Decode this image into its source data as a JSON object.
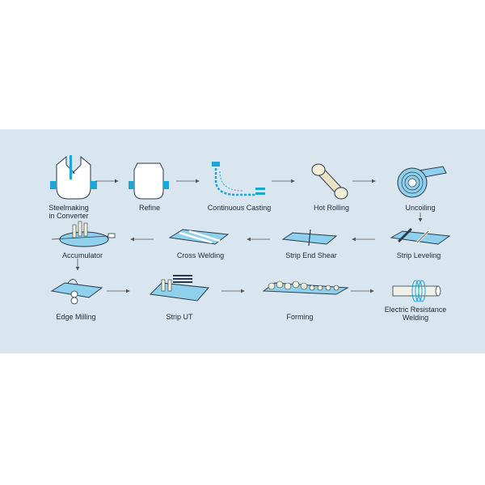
{
  "steps": {
    "steelmaking_1": "Steelmaking",
    "steelmaking_2": "in Converter",
    "refine": "Refine",
    "continuous_casting": "Continuous Casting",
    "hot_rolling": "Hot Rolling",
    "uncoiling": "Uncoiling",
    "accumulator": "Accumulator",
    "cross_welding": "Cross Welding",
    "strip_end_shear": "Strip End Shear",
    "strip_leveling": "Strip Leveling",
    "edge_milling": "Edge Milling",
    "strip_ut": "Strip UT",
    "forming": "Forming",
    "erw_1": "Electric Resistance",
    "erw_2": "Welding"
  },
  "colors": {
    "panel": "#d9e6ef",
    "accent": "#1aa6d9",
    "strip": "#8fd0ec",
    "line": "#2a3b4c"
  }
}
